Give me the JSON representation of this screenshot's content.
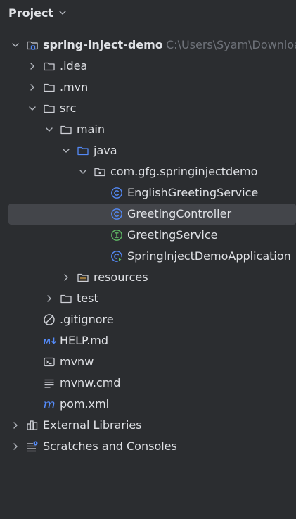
{
  "header": {
    "title": "Project"
  },
  "tree": [
    {
      "label": "spring-inject-demo",
      "path": "C:\\Users\\Syam\\Downloads",
      "icon": "module-folder-icon",
      "depth": 0,
      "expanded": true,
      "bold": true
    },
    {
      "label": ".idea",
      "icon": "folder-icon",
      "depth": 1,
      "expanded": false
    },
    {
      "label": ".mvn",
      "icon": "folder-icon",
      "depth": 1,
      "expanded": false
    },
    {
      "label": "src",
      "icon": "folder-icon",
      "depth": 1,
      "expanded": true
    },
    {
      "label": "main",
      "icon": "folder-icon",
      "depth": 2,
      "expanded": true
    },
    {
      "label": "java",
      "icon": "source-folder-icon",
      "depth": 3,
      "expanded": true
    },
    {
      "label": "com.gfg.springinjectdemo",
      "icon": "package-icon",
      "depth": 4,
      "expanded": true
    },
    {
      "label": "EnglishGreetingService",
      "icon": "class-icon",
      "depth": 5
    },
    {
      "label": "GreetingController",
      "icon": "class-icon",
      "depth": 5,
      "selected": true
    },
    {
      "label": "GreetingService",
      "icon": "interface-icon",
      "depth": 5
    },
    {
      "label": "SpringInjectDemoApplication",
      "icon": "spring-app-class-icon",
      "depth": 5
    },
    {
      "label": "resources",
      "icon": "resources-folder-icon",
      "depth": 3,
      "expanded": false
    },
    {
      "label": "test",
      "icon": "folder-icon",
      "depth": 2,
      "expanded": false
    },
    {
      "label": ".gitignore",
      "icon": "ignore-file-icon",
      "depth": 1
    },
    {
      "label": "HELP.md",
      "icon": "markdown-icon",
      "depth": 1
    },
    {
      "label": "mvnw",
      "icon": "terminal-file-icon",
      "depth": 1
    },
    {
      "label": "mvnw.cmd",
      "icon": "text-file-icon",
      "depth": 1
    },
    {
      "label": "pom.xml",
      "icon": "maven-icon",
      "depth": 1
    },
    {
      "label": "External Libraries",
      "icon": "libraries-icon",
      "depth": 0,
      "expanded": false
    },
    {
      "label": "Scratches and Consoles",
      "icon": "scratches-icon",
      "depth": 0,
      "expanded": false
    }
  ],
  "colors": {
    "background": "#2b2d30",
    "selection": "#43454a",
    "text": "#dfe1e5",
    "muted": "#6f737a",
    "accent_blue": "#548af7",
    "class_blue": "#3574f0",
    "interface_green": "#5fb865"
  }
}
